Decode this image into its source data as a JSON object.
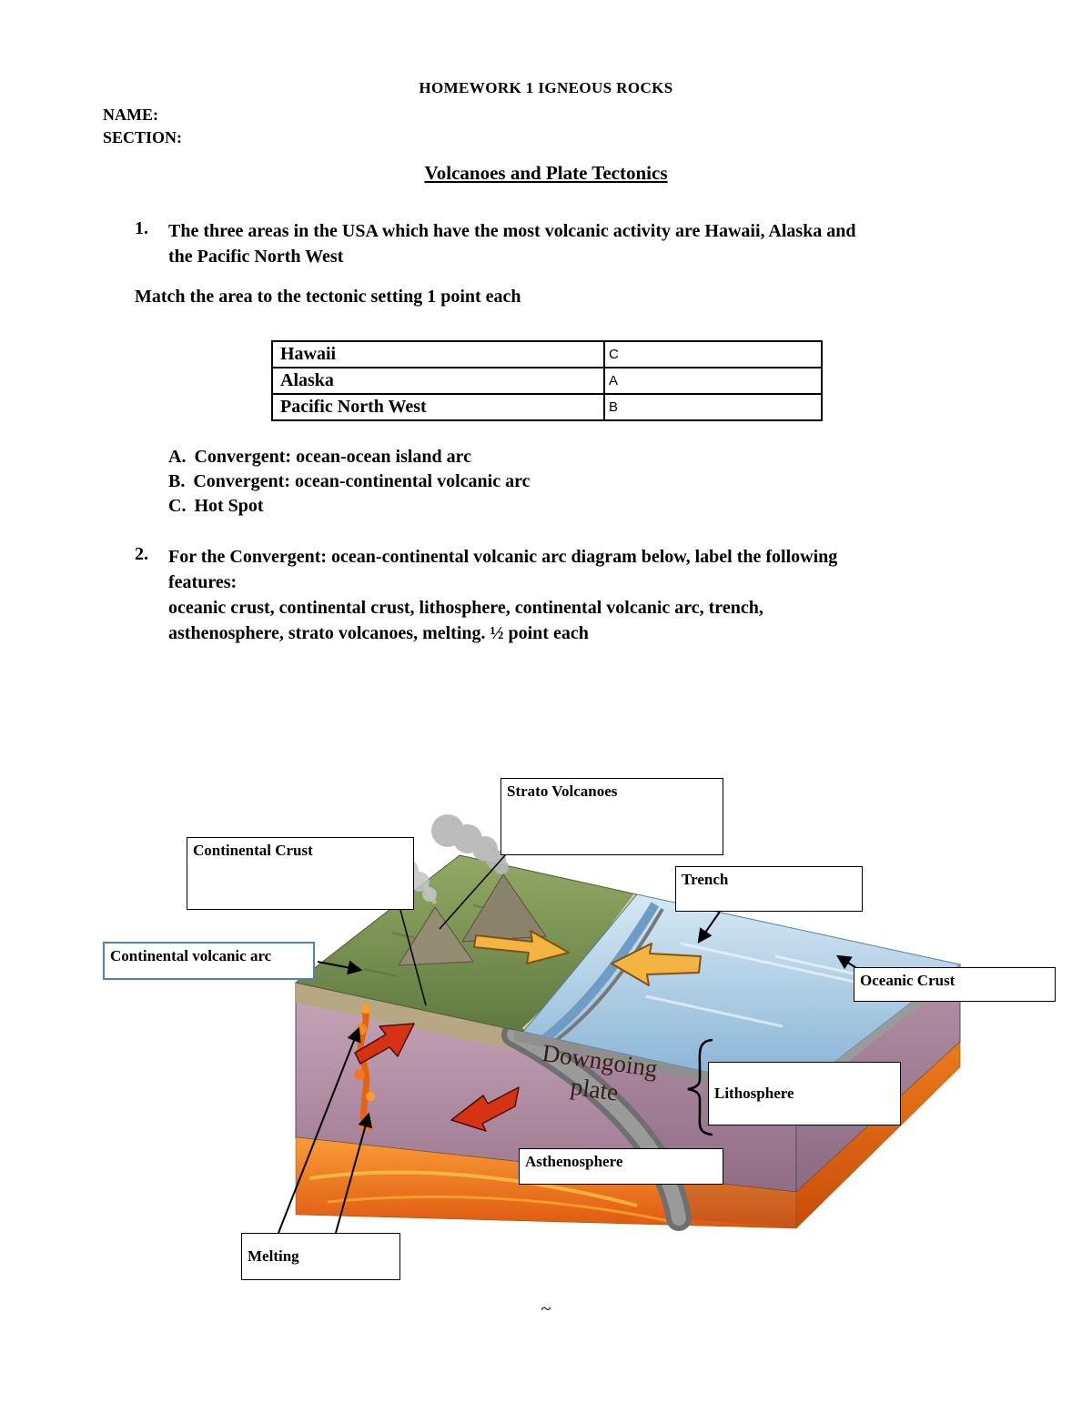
{
  "header": {
    "title": "HOMEWORK 1 IGNEOUS ROCKS",
    "name_label": "NAME:",
    "section_label": "SECTION:",
    "subtitle": "Volcanoes and Plate Tectonics"
  },
  "q1": {
    "number": "1.",
    "text_lines": [
      "The three areas in the USA which have the most volcanic activity are Hawaii, Alaska and",
      "the Pacific North West"
    ],
    "match_instruction": "Match the area to the tectonic setting 1 point each",
    "table": {
      "rows": [
        {
          "area": "Hawaii",
          "answer": "C"
        },
        {
          "area": "Alaska",
          "answer": "A"
        },
        {
          "area": "Pacific North West",
          "answer": "B"
        }
      ]
    },
    "options": [
      {
        "label": "A.",
        "text": "Convergent: ocean-ocean island arc"
      },
      {
        "label": "B.",
        "text": "Convergent: ocean-continental volcanic arc"
      },
      {
        "label": "C.",
        "text": "Hot Spot"
      }
    ]
  },
  "q2": {
    "number": "2.",
    "text_lines": [
      "For the Convergent: ocean-continental volcanic arc diagram below, label the following",
      "features:",
      "oceanic crust, continental crust, lithosphere, continental volcanic arc, trench,",
      "asthenosphere, strato volcanoes, melting. ½ point each"
    ]
  },
  "diagram": {
    "labels": {
      "strato_volcanoes": "Strato Volcanoes",
      "continental_crust": "Continental Crust",
      "trench": "Trench",
      "continental_volcanic_arc": "Continental volcanic arc",
      "oceanic_crust": "Oceanic Crust",
      "lithosphere": "Lithosphere",
      "asthenosphere": "Asthenosphere",
      "melting": "Melting",
      "downgoing_plate_line1": "Downgoing",
      "downgoing_plate_line2": "plate"
    },
    "colors": {
      "land_green": "#7c8f52",
      "ocean_blue": "#b7d3e6",
      "mantle_purple": "#b493a9",
      "asthenosphere_orange": "#ef7a1e",
      "slab_gray": "#8a8a8a",
      "plate_arrow_yellow": "#f3b441",
      "flow_arrow_red": "#d63214",
      "arc_label_border_blue": "#4f81bd"
    }
  },
  "footer": {
    "mark": "~"
  }
}
